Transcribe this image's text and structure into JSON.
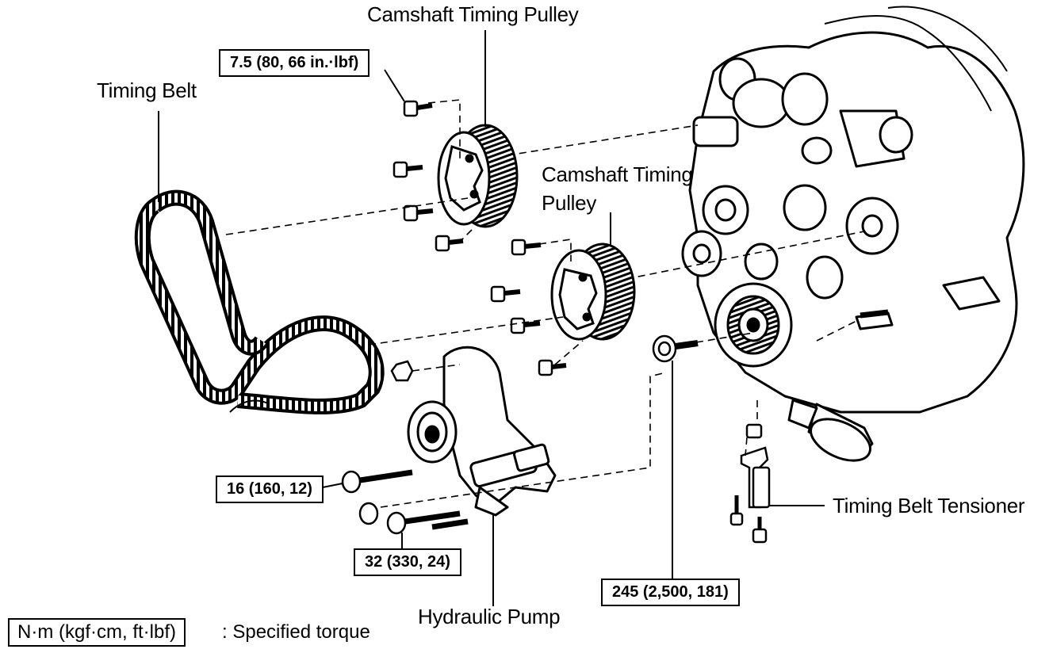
{
  "labels": {
    "camshaft_pulley_upper": "Camshaft Timing Pulley",
    "camshaft_pulley_lower_line1": "Camshaft Timing",
    "camshaft_pulley_lower_line2": "Pulley",
    "timing_belt": "Timing Belt",
    "tensioner": "Timing Belt Tensioner",
    "hydraulic_pump": "Hydraulic Pump"
  },
  "torque": {
    "camshaft_bolt": "7.5 (80, 66 in.·lbf)",
    "pump_bolt_16": "16 (160, 12)",
    "pump_bolt_32": "32 (330, 24)",
    "crank_bolt": "245 (2,500, 181)"
  },
  "legend": {
    "unit": "N·m (kgf·cm, ft·lbf)",
    "meaning": ": Specified torque"
  }
}
